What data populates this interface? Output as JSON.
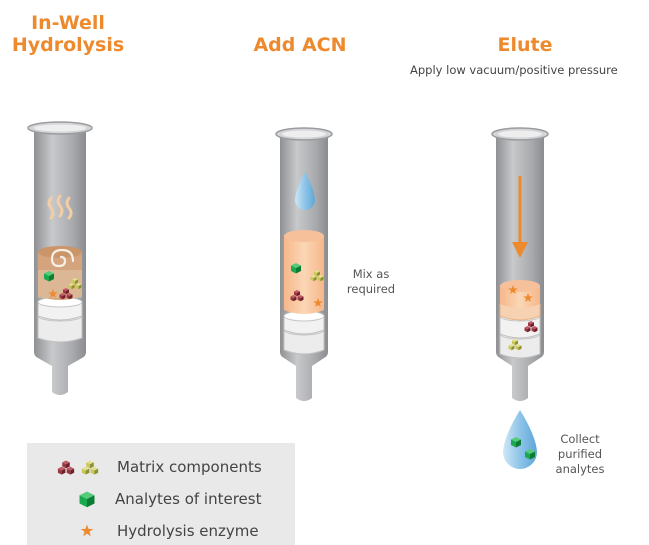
{
  "steps": [
    {
      "title": "In-Well Hydrolysis",
      "subtitle": ""
    },
    {
      "title": "Add ACN",
      "subtitle": ""
    },
    {
      "title": "Elute",
      "subtitle": "Apply low vacuum/positive pressure"
    }
  ],
  "notes": {
    "mix": "Mix as required",
    "collect": "Collect purified analytes"
  },
  "legend": {
    "items": [
      {
        "label": "Matrix components",
        "icon": "matrix-cubes-icon"
      },
      {
        "label": "Analytes of interest",
        "icon": "green-cube-icon"
      },
      {
        "label": "Hydrolysis enzyme",
        "icon": "orange-star-icon"
      }
    ]
  },
  "colors": {
    "accent": "#ee8a2e",
    "tube_gray": "#a7a9ac",
    "analyte_green": "#1aa94f",
    "matrix_red": "#9b3742",
    "matrix_yellow": "#c7c75a",
    "drop_blue": "#8ec4e8",
    "solvent_peach": "#f9c9a0",
    "legend_bg": "#e9e9e9"
  }
}
